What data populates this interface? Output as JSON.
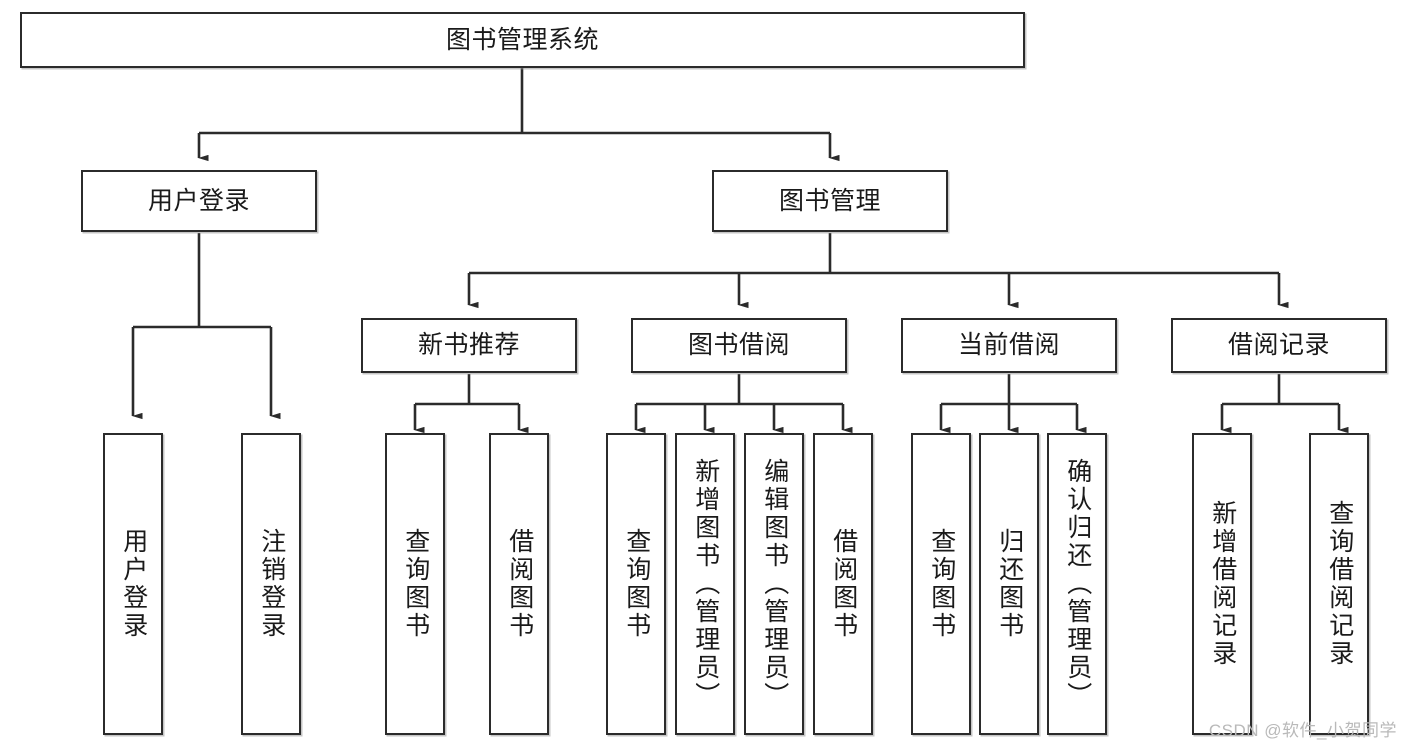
{
  "diagram": {
    "title": "图书管理系统",
    "type": "tree",
    "root": {
      "label": "图书管理系统"
    },
    "level2": [
      {
        "label": "用户登录"
      },
      {
        "label": "图书管理"
      }
    ],
    "level3": [
      {
        "label": "新书推荐"
      },
      {
        "label": "图书借阅"
      },
      {
        "label": "当前借阅"
      },
      {
        "label": "借阅记录"
      }
    ],
    "leaves": {
      "user_login": [
        {
          "label": "用户登录"
        },
        {
          "label": "注销登录"
        }
      ],
      "new_book": [
        {
          "label": "查询图书"
        },
        {
          "label": "借阅图书"
        }
      ],
      "book_borrow": [
        {
          "label": "查询图书"
        },
        {
          "label": "新增图书（管理员）"
        },
        {
          "label": "编辑图书（管理员）"
        },
        {
          "label": "借阅图书"
        }
      ],
      "current_borrow": [
        {
          "label": "查询图书"
        },
        {
          "label": "归还图书"
        },
        {
          "label": "确认归还（管理员）"
        }
      ],
      "borrow_record": [
        {
          "label": "新增借阅记录"
        },
        {
          "label": "查询借阅记录"
        }
      ]
    }
  },
  "watermark": {
    "text": "CSDN @软件_小贺同学"
  },
  "colors": {
    "stroke": "#2b2b2b",
    "fill": "#ffffff",
    "text": "#1a1a1a",
    "watermark": "#b9b9b9"
  }
}
